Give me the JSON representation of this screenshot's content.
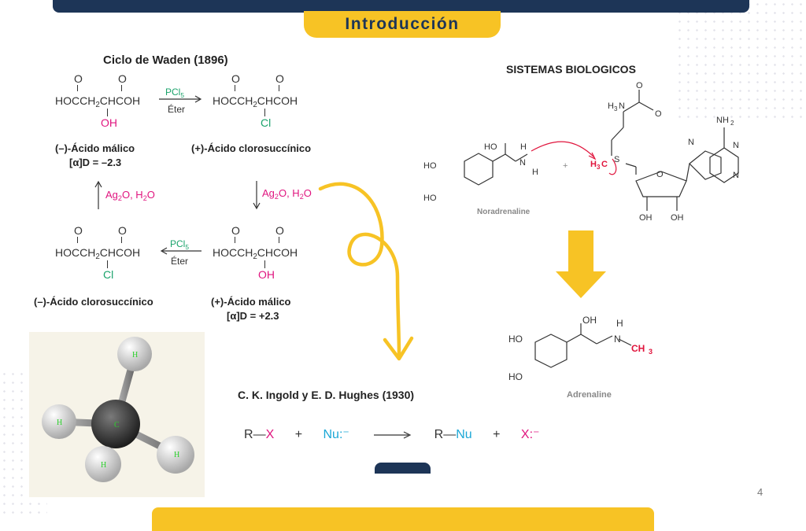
{
  "slide": {
    "title": "Introducción",
    "page_number": "4"
  },
  "waden": {
    "heading": "Ciclo de Waden (1896)",
    "formula_top_left_main": "HOCCH",
    "formula_top_left_rest": "CHCOH",
    "formula_o": "O",
    "oh": "OH",
    "cl": "Cl",
    "pcl": "PCl",
    "pcl_sub": "5",
    "eter": "Éter",
    "ag_main": "Ag",
    "ag_rest": "O, H",
    "ag_end": "O",
    "sub2": "2",
    "name_malic_minus": "(–)-Ácido málico",
    "rot_malic_minus": "[α]D = –2.3",
    "name_chloro_plus": "(+)-Ácido clorosuccínico",
    "name_chloro_minus": "(–)-Ácido clorosuccínico",
    "name_malic_plus": "(+)-Ácido málico",
    "rot_malic_plus": "[α]D = +2.3"
  },
  "methane_model": {
    "atom_h": "H",
    "atom_c": "C"
  },
  "ingold": {
    "heading": "C. K. Ingold y E. D. Hughes (1930)",
    "r": "R",
    "x": "X",
    "plus": "+",
    "nu": "Nu",
    "charge": ":⁻",
    "nu_product": "Nu",
    "x_leaving": "X"
  },
  "bio": {
    "heading": "SISTEMAS BIOLOGICOS",
    "ho": "HO",
    "oh": "OH",
    "h": "H",
    "n": "N",
    "nh2": "NH",
    "h3n": "H",
    "h3c": "H",
    "noradrenaline": "Noradrenaline",
    "adrenaline": "Adrenaline",
    "ch3": "CH",
    "s": "S",
    "plus": "+",
    "o": "O"
  },
  "colors": {
    "navy": "#1d3557",
    "yellow": "#f7c325",
    "pink": "#e0157f",
    "green": "#1aa36b",
    "cyan": "#1ba7d6"
  }
}
